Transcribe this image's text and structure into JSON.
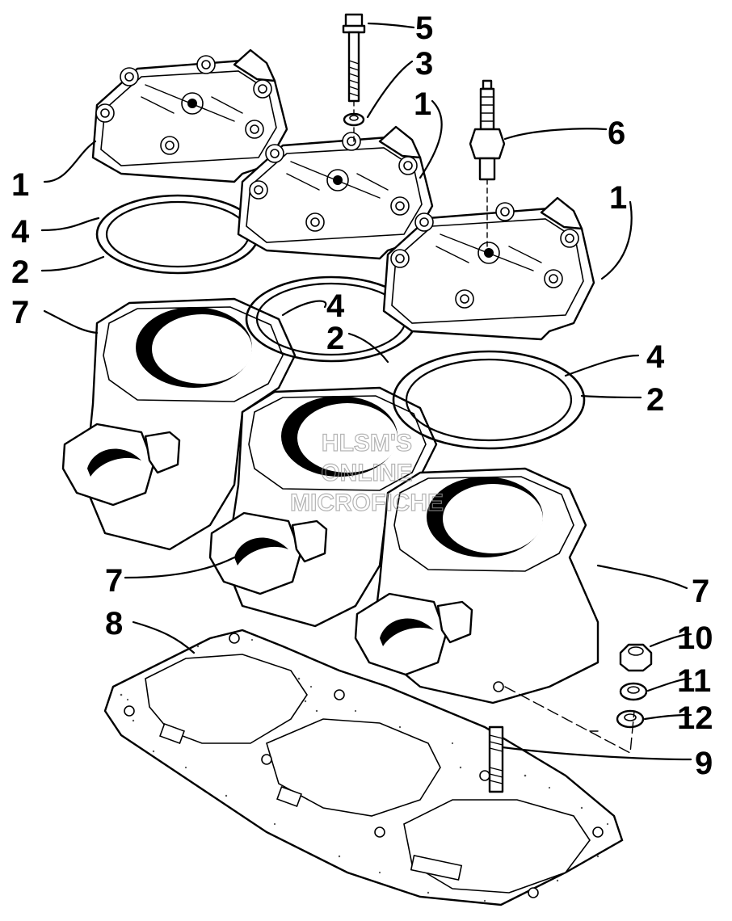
{
  "diagram": {
    "watermark": {
      "lines": [
        "HLSM'S",
        "ONLINE",
        "MICROFICHE"
      ]
    },
    "callouts": [
      {
        "id": "c1a",
        "label": "1"
      },
      {
        "id": "c1b",
        "label": "1"
      },
      {
        "id": "c1c",
        "label": "1"
      },
      {
        "id": "c2a",
        "label": "2"
      },
      {
        "id": "c2b",
        "label": "2"
      },
      {
        "id": "c2c",
        "label": "2"
      },
      {
        "id": "c3",
        "label": "3"
      },
      {
        "id": "c4a",
        "label": "4"
      },
      {
        "id": "c4b",
        "label": "4"
      },
      {
        "id": "c4c",
        "label": "4"
      },
      {
        "id": "c5",
        "label": "5"
      },
      {
        "id": "c6",
        "label": "6"
      },
      {
        "id": "c7a",
        "label": "7"
      },
      {
        "id": "c7b",
        "label": "7"
      },
      {
        "id": "c7c",
        "label": "7"
      },
      {
        "id": "c8",
        "label": "8"
      },
      {
        "id": "c9",
        "label": "9"
      },
      {
        "id": "c10",
        "label": "10"
      },
      {
        "id": "c11",
        "label": "11"
      },
      {
        "id": "c12",
        "label": "12"
      }
    ]
  }
}
